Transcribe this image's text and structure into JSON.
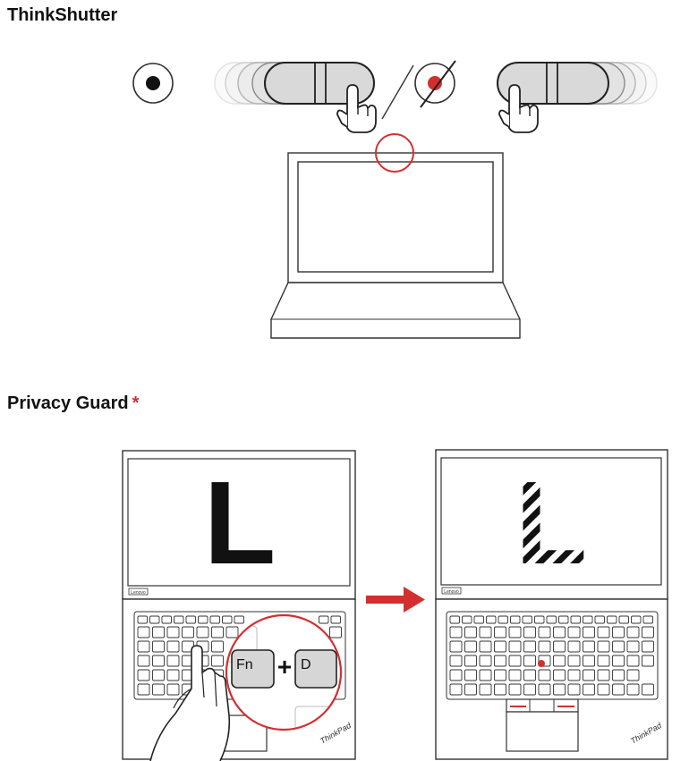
{
  "sections": {
    "thinkshutter": {
      "title": "ThinkShutter"
    },
    "privacy_guard": {
      "title": "Privacy Guard",
      "marker": "*"
    }
  },
  "screen_letter": "L",
  "keys": {
    "fn": "Fn",
    "plus": "+",
    "d": "D"
  },
  "brand": {
    "lenovo": "Lenovo",
    "thinkpad": "ThinkPad"
  },
  "colors": {
    "accent": "#d32f2f",
    "line": "#333333",
    "key_fill": "#d6d6d6"
  }
}
